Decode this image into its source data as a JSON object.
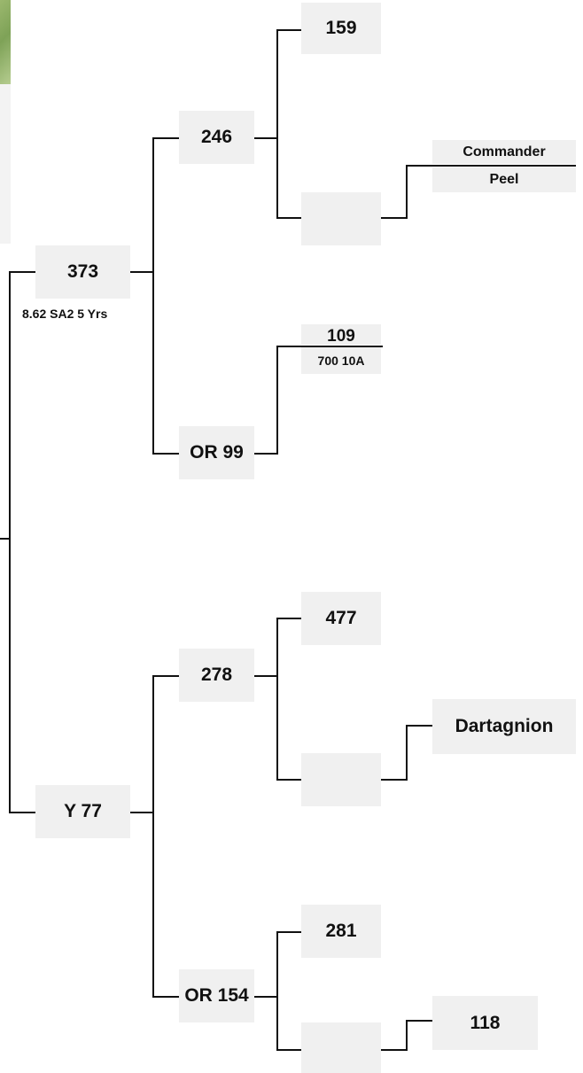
{
  "pedigree": {
    "sire": {
      "name": "373",
      "detail": "8.62 SA2 5 Yrs"
    },
    "sire_sire": {
      "name": "246"
    },
    "sire_sire_sire": {
      "name": "159"
    },
    "sire_sire_dam": {
      "name": ""
    },
    "sire_sire_dam_sire": {
      "name_line1": "Commander",
      "name_line2": "Peel"
    },
    "sire_dam": {
      "name": "OR 99"
    },
    "sire_dam_sire": {
      "name": "109",
      "detail": "700 10A"
    },
    "dam": {
      "name": "Y 77"
    },
    "dam_sire": {
      "name": "278"
    },
    "dam_sire_sire": {
      "name": "477"
    },
    "dam_sire_dam": {
      "name": ""
    },
    "dam_sire_dam_sire": {
      "name": "Dartagnion"
    },
    "dam_dam": {
      "name": "OR 154"
    },
    "dam_dam_sire": {
      "name": "281"
    },
    "dam_dam_dam": {
      "name": ""
    },
    "dam_dam_dam_sire": {
      "name": "118"
    }
  }
}
